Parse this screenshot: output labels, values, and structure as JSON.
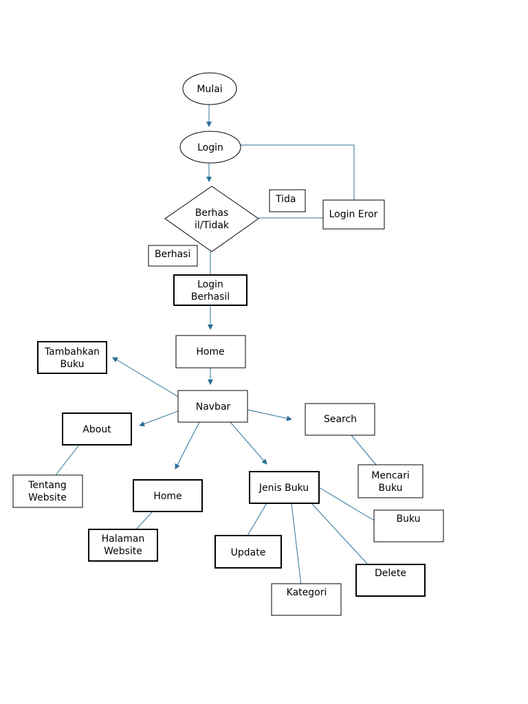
{
  "nodes": {
    "mulai": "Mulai",
    "login": "Login",
    "decision": [
      "Berhas",
      "il/Tidak"
    ],
    "label_tidak": "Tida",
    "login_eror": "Login Eror",
    "label_berhasil": "Berhasi",
    "login_berhasil": [
      "Login",
      "Berhasil"
    ],
    "home_main": "Home",
    "tambahkan_buku": [
      "Tambahkan",
      "Buku"
    ],
    "navbar": "Navbar",
    "about": "About",
    "search": "Search",
    "tentang_website": [
      "Tentang",
      "Website"
    ],
    "home_sub": "Home",
    "jenis_buku": "Jenis Buku",
    "mencari_buku": [
      "Mencari",
      "Buku"
    ],
    "halaman_website": [
      "Halaman",
      "Website"
    ],
    "buku": "Buku",
    "update": "Update",
    "delete": "Delete",
    "kategori": "Kategori"
  },
  "colors": {
    "connector": "#2a6f97",
    "outline": "#000000"
  }
}
